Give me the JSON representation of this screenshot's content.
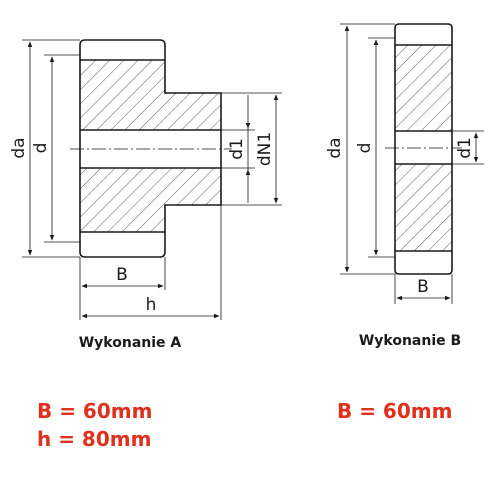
{
  "variant_a": {
    "caption": "Wykonanie A",
    "labels": {
      "da": "da",
      "d": "d",
      "d1": "d1",
      "dN1": "dN1",
      "B": "B",
      "h": "h"
    },
    "spec": {
      "B": "B = 60mm",
      "h": "h = 80mm"
    }
  },
  "variant_b": {
    "caption": "Wykonanie B",
    "labels": {
      "da": "da",
      "d": "d",
      "d1": "d1",
      "B": "B"
    },
    "spec": {
      "B": "B = 60mm"
    }
  },
  "colors": {
    "line": "#1a1a1a",
    "spec_text": "#e0301e",
    "background": "#ffffff"
  }
}
